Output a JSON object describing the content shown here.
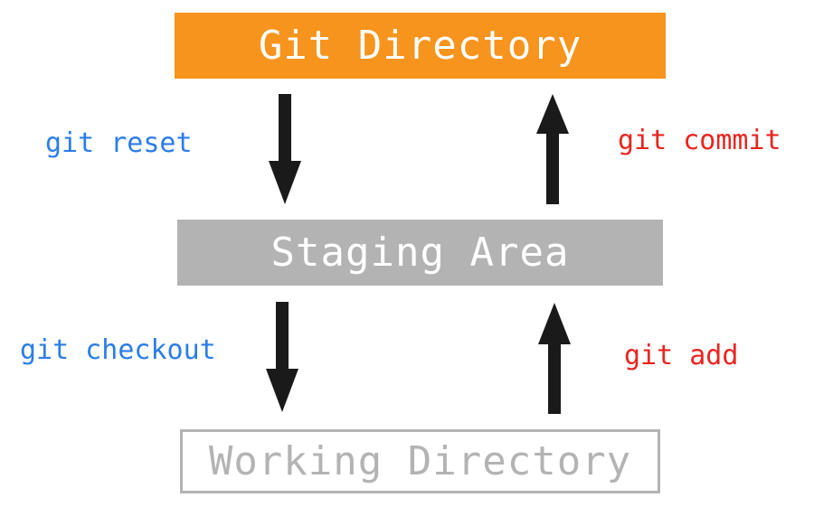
{
  "colors": {
    "git_directory_fill": "#f7941d",
    "staging_fill": "#b3b3b3",
    "working_border": "#b3b3b3",
    "reset_checkout_text": "#2b7de9",
    "commit_add_text": "#e8251f",
    "arrow": "#1a1a1a"
  },
  "stages": {
    "git_directory": "Git Directory",
    "staging_area": "Staging Area",
    "working_directory": "Working Directory"
  },
  "commands": {
    "reset": "git reset",
    "checkout": "git checkout",
    "commit": "git commit",
    "add": "git add"
  }
}
